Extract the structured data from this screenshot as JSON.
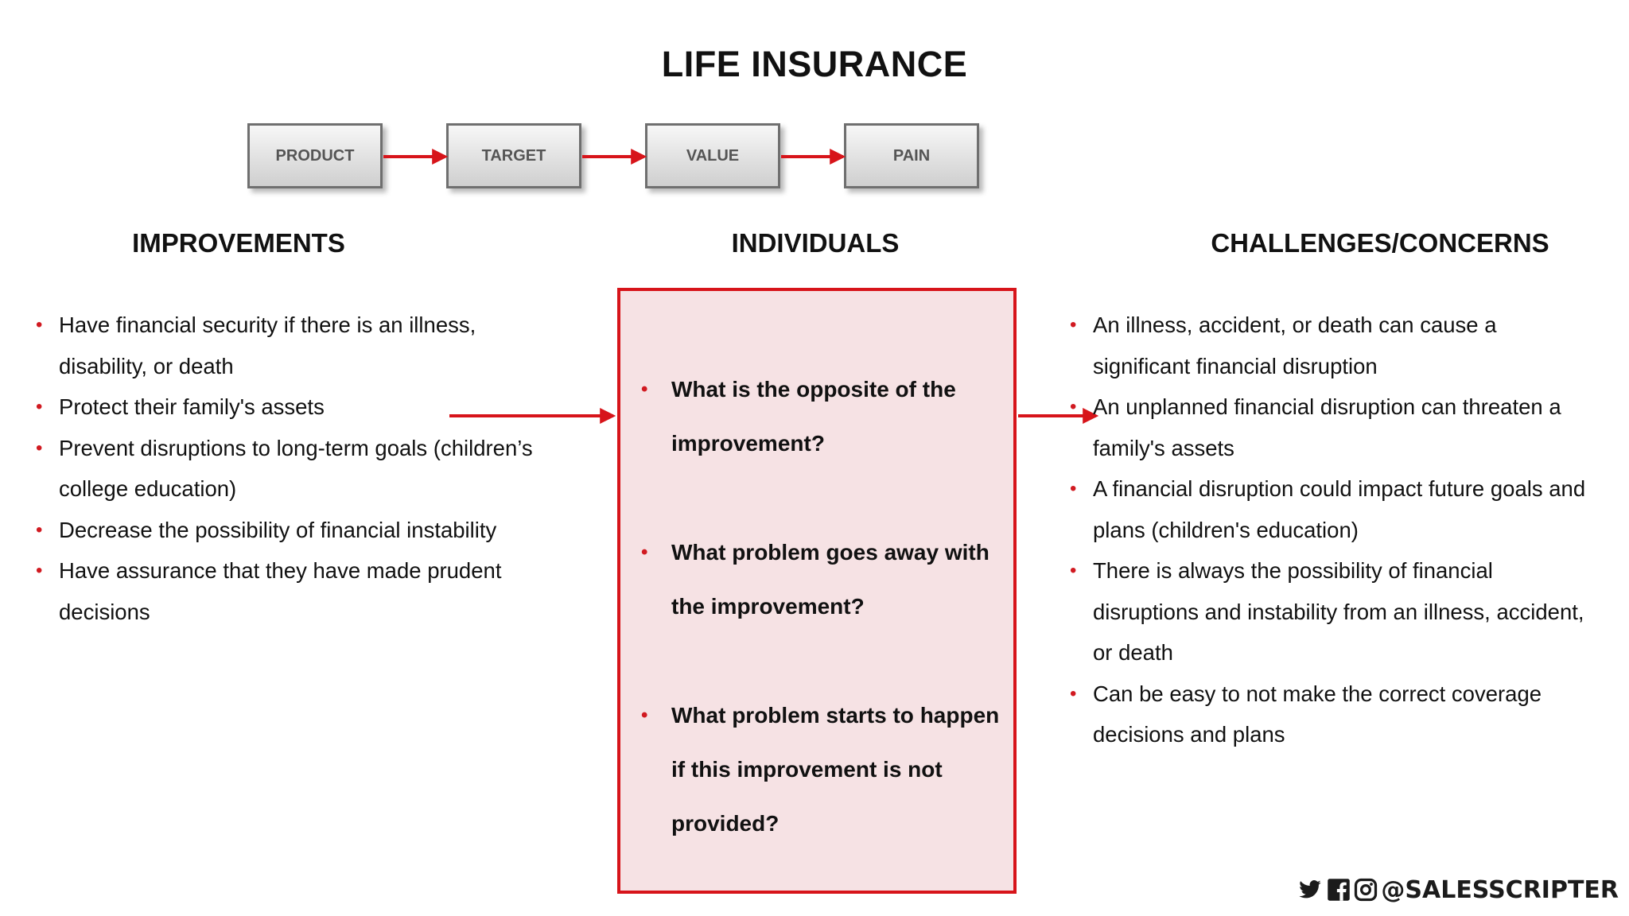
{
  "title": "LIFE INSURANCE",
  "steps": [
    "PRODUCT",
    "TARGET",
    "VALUE",
    "PAIN"
  ],
  "columns": {
    "left": {
      "heading": "IMPROVEMENTS",
      "items": [
        "Have financial security if there is an illness, disability, or death",
        "Protect their family's assets",
        "Prevent disruptions to long-term goals (children’s college education)",
        "Decrease the possibility of financial instability",
        "Have assurance that they have made prudent decisions"
      ]
    },
    "center": {
      "heading": "INDIVIDUALS",
      "questions": [
        "What is the opposite of the improvement?",
        "What problem goes away with the improvement?",
        "What problem starts to happen if this improvement is not provided?"
      ]
    },
    "right": {
      "heading": "CHALLENGES/CONCERNS",
      "items": [
        "An illness, accident, or death can cause a significant financial disruption",
        "An unplanned financial disruption can threaten a family's assets",
        "A financial disruption could impact future goals and plans (children's education)",
        "There is always the possibility of financial disruptions and instability from an illness, accident, or death",
        "Can be easy to not make the correct coverage decisions and plans"
      ]
    }
  },
  "footer": {
    "handle": "@SALESSCRIPTER",
    "icons": [
      "twitter-icon",
      "facebook-icon",
      "instagram-icon"
    ]
  },
  "colors": {
    "accent": "#d7141a",
    "box_fill": "#f6e2e4",
    "step_border": "#6f6f6f",
    "step_text": "#555555"
  }
}
